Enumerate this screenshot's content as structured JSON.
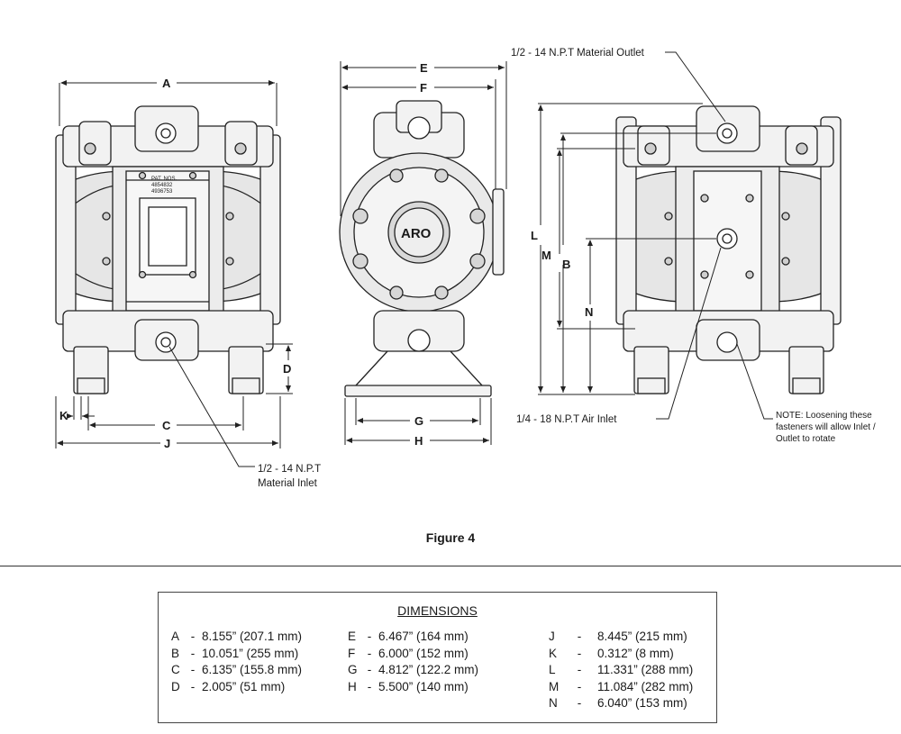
{
  "figure": {
    "caption": "Figure 4",
    "dim_letters": {
      "A": "A",
      "B": "B",
      "C": "C",
      "D": "D",
      "E": "E",
      "F": "F",
      "G": "G",
      "H": "H",
      "J": "J",
      "K": "K",
      "L": "L",
      "M": "M",
      "N": "N"
    },
    "callouts": {
      "material_outlet": "1/2 - 14 N.P.T Material Outlet",
      "material_inlet_line1": "1/2 - 14 N.P.T",
      "material_inlet_line2": "Material Inlet",
      "air_inlet": "1/4 - 18 N.P.T Air Inlet",
      "note_line1": "NOTE: Loosening these",
      "note_line2": "fasteners will allow Inlet /",
      "note_line3": "Outlet to rotate"
    },
    "logo_text": "ARO",
    "patent_label_1": "PAT. NOS.",
    "patent_label_2": "4854832",
    "patent_label_3": "4936753"
  },
  "dimensions": {
    "title": "DIMENSIONS",
    "columns": [
      [
        {
          "key": "A",
          "value": "8.155” (207.1 mm)"
        },
        {
          "key": "B",
          "value": "10.051” (255 mm)"
        },
        {
          "key": "C",
          "value": "6.135” (155.8 mm)"
        },
        {
          "key": "D",
          "value": "2.005” (51 mm)"
        }
      ],
      [
        {
          "key": "E",
          "value": "6.467” (164 mm)"
        },
        {
          "key": "F",
          "value": "6.000” (152 mm)"
        },
        {
          "key": "G",
          "value": "4.812” (122.2 mm)"
        },
        {
          "key": "H",
          "value": "5.500” (140 mm)"
        }
      ],
      [
        {
          "key": "J",
          "value": "8.445” (215 mm)"
        },
        {
          "key": "K",
          "value": "0.312” (8 mm)"
        },
        {
          "key": "L",
          "value": "11.331” (288 mm)"
        },
        {
          "key": "M",
          "value": "11.084” (282 mm)"
        },
        {
          "key": "N",
          "value": "6.040” (153 mm)"
        }
      ]
    ]
  }
}
